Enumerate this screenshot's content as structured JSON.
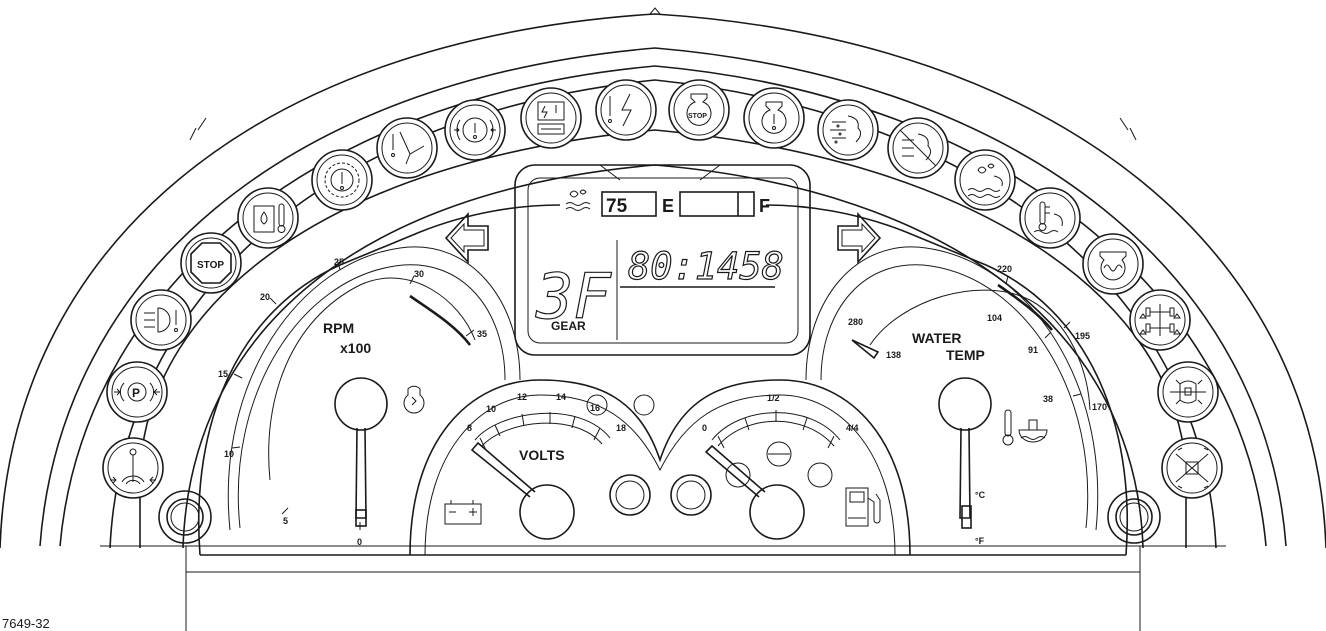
{
  "figure_number": "7649-32",
  "tach": {
    "label": "RPM",
    "sublabel": "x100",
    "ticks": [
      "0",
      "5",
      "10",
      "15",
      "20",
      "25",
      "30",
      "35"
    ]
  },
  "volts": {
    "label": "VOLTS",
    "ticks": [
      "8",
      "10",
      "12",
      "14",
      "16",
      "18"
    ]
  },
  "fuel": {
    "ticks": [
      "0",
      "1/2",
      "4/4"
    ]
  },
  "temp": {
    "label_line1": "WATER",
    "label_line2": "TEMP",
    "ticks_f": [
      "280",
      "220",
      "195",
      "170"
    ],
    "ticks_c": [
      "138",
      "104",
      "91",
      "38"
    ],
    "unit_c": "°C",
    "unit_f": "°F"
  },
  "lcd": {
    "water_value": "75",
    "fuel_empty": "E",
    "fuel_full": "F",
    "gear_value": "3F",
    "gear_label": "GEAR",
    "hour_meter": "80:1458"
  },
  "warnings": {
    "stop": "STOP",
    "stop_small": "STOP"
  }
}
